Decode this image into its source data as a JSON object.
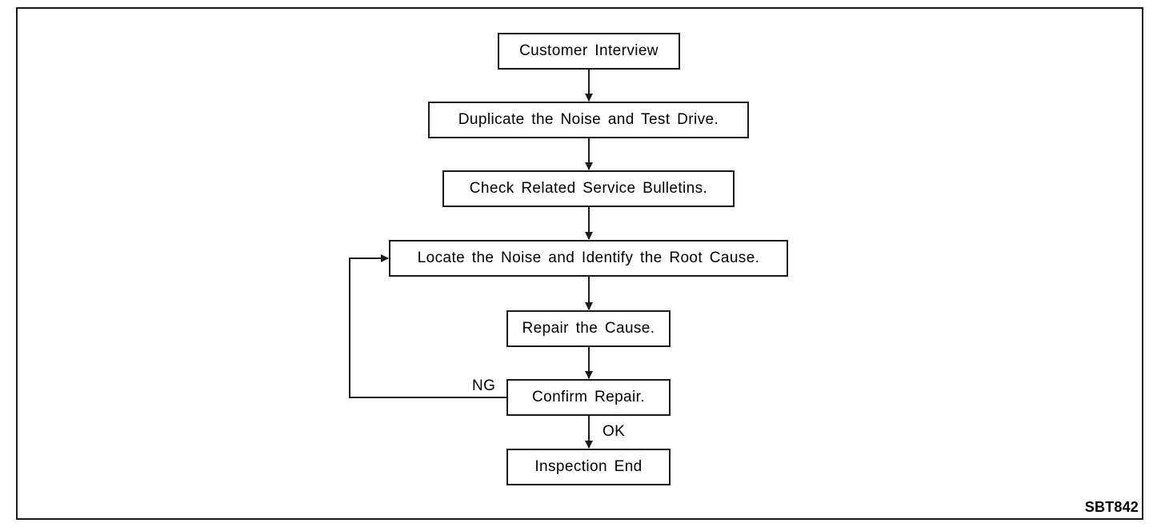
{
  "flowchart": {
    "steps": [
      "Customer Interview",
      "Duplicate the Noise and Test Drive.",
      "Check Related Service Bulletins.",
      "Locate the Noise and Identify the Root Cause.",
      "Repair the Cause.",
      "Confirm Repair.",
      "Inspection End"
    ],
    "branch_ng": "NG",
    "branch_ok": "OK"
  },
  "figure_code": "SBT842"
}
